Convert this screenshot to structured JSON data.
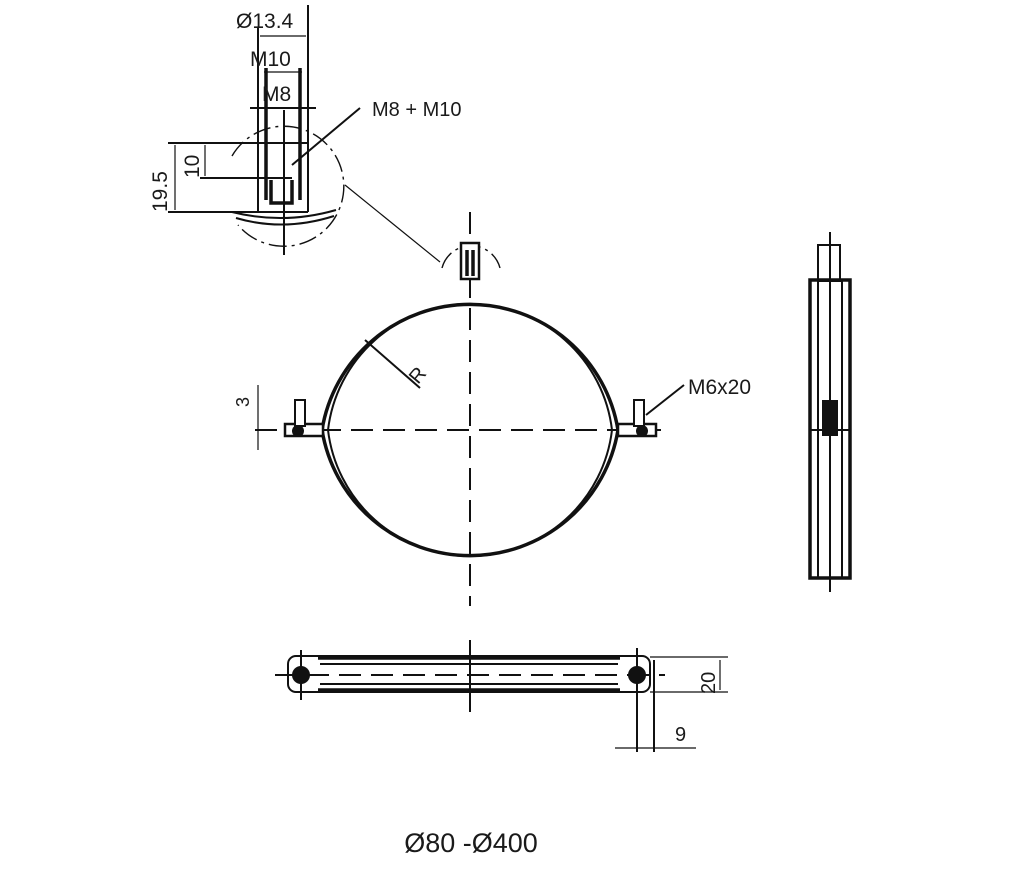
{
  "drawing": {
    "detail": {
      "diameter_label": "Ø13.4",
      "thread_outer_label": "M10",
      "thread_inner_label": "M8",
      "nut_callout": "M8 + M10",
      "height_total_label": "19.5",
      "height_thread_label": "10"
    },
    "front_view": {
      "radius_label": "R",
      "band_thickness_label": "3",
      "bolt_callout": "M6x20"
    },
    "bottom_view": {
      "width_label": "20",
      "ear_offset_label": "9"
    },
    "size_range": "Ø80 -Ø400"
  }
}
